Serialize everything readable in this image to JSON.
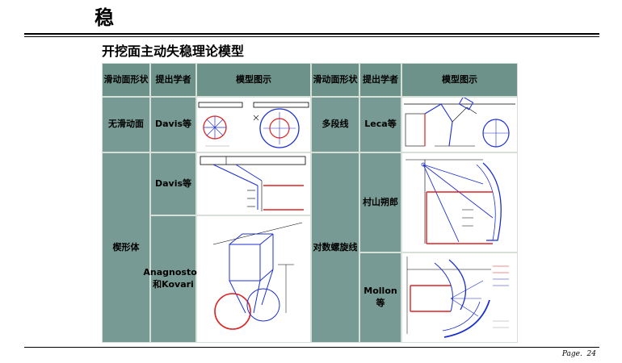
{
  "slide": {
    "title": "稳",
    "subtitle": "开挖面主动失稳理论模型",
    "footer_prefix": "Page.",
    "page_number": "24"
  },
  "table": {
    "headers": [
      "滑动面形状",
      "提出学者",
      "模型图示",
      "滑动面形状",
      "提出学者",
      "模型图示"
    ],
    "left": {
      "shape_1": "无滑动面",
      "author_1": "Davis等",
      "shape_2": "楔形体",
      "author_2": "Davis等",
      "author_3": "Anagnostou和Kovari"
    },
    "right": {
      "shape_1": "多段线",
      "author_1": "Leca等",
      "shape_2": "对数螺旋线",
      "author_2": "村山朔郎",
      "author_3": "Mollon等"
    }
  },
  "colors": {
    "cell": "#779b94",
    "header": "#6d9289",
    "border": "#d6e0d9",
    "diagram_blue": "#1c2fd0",
    "diagram_red": "#e02020"
  }
}
